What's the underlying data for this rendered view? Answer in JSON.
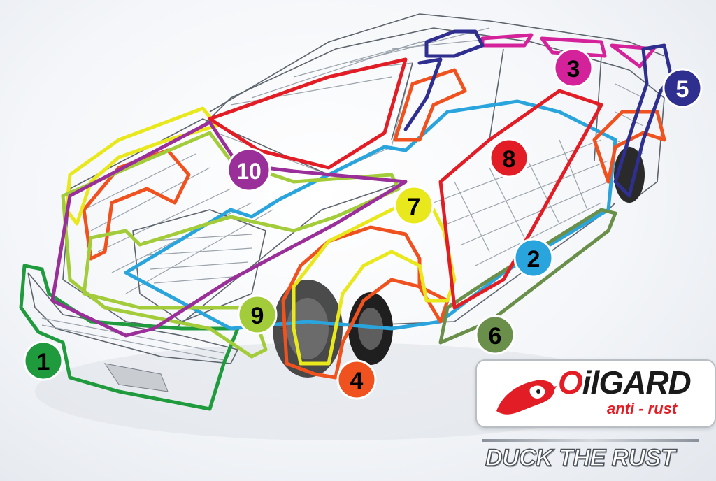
{
  "colors": {
    "zone_1": "#1f9a3c",
    "zone_2": "#2aa4dc",
    "zone_3": "#d4239a",
    "zone_4": "#f0521f",
    "zone_5": "#2f2f8f",
    "zone_6": "#6a8f4a",
    "zone_7": "#e8e81c",
    "zone_8": "#e21d25",
    "zone_9": "#a3cc3a",
    "zone_10": "#9a2f9a",
    "brand_red": "#e21d25",
    "brand_black": "#1a1a1a"
  },
  "badges": [
    {
      "label": "1",
      "color": "#1f9a3c",
      "text_color": "#000000"
    },
    {
      "label": "2",
      "color": "#2aa4dc",
      "text_color": "#000000"
    },
    {
      "label": "3",
      "color": "#d4239a",
      "text_color": "#000000"
    },
    {
      "label": "4",
      "color": "#f0521f",
      "text_color": "#000000"
    },
    {
      "label": "5",
      "color": "#2f2f8f",
      "text_color": "#ffffff"
    },
    {
      "label": "6",
      "color": "#6a8f4a",
      "text_color": "#000000"
    },
    {
      "label": "7",
      "color": "#e8e81c",
      "text_color": "#000000"
    },
    {
      "label": "8",
      "color": "#e21d25",
      "text_color": "#000000"
    },
    {
      "label": "9",
      "color": "#a3cc3a",
      "text_color": "#000000"
    },
    {
      "label": "10",
      "color": "#9a2f9a",
      "text_color": "#ffffff"
    }
  ],
  "brand": {
    "name_prefix": "O",
    "name_rest": "ilGARD",
    "subtitle": "anti - rust",
    "logo_icon": "duck-drop-icon"
  },
  "slogan": "DUCK THE RUST"
}
